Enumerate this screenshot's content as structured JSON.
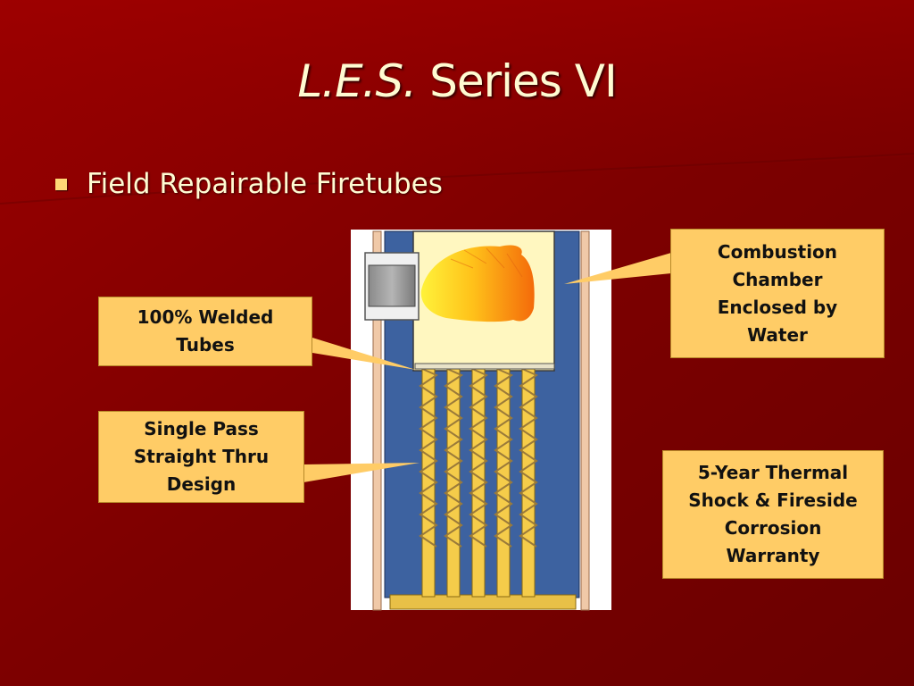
{
  "slide": {
    "title_italic": "L.E.S.",
    "title_rest": " Series VI",
    "bullet": "Field Repairable Firetubes"
  },
  "callouts": {
    "welded": "100% Welded\nTubes",
    "single_pass": "Single Pass\nStraight Thru\nDesign",
    "combustion": "Combustion\nChamber\nEnclosed by\nWater",
    "warranty": "5-Year Thermal\nShock & Fireside\nCorrosion\nWarranty"
  },
  "colors": {
    "background": "#7a0000",
    "text": "#fffbd2",
    "callout_fill": "#ffcc66",
    "water": "#3d62a0",
    "tube": "#f5cc4a"
  }
}
